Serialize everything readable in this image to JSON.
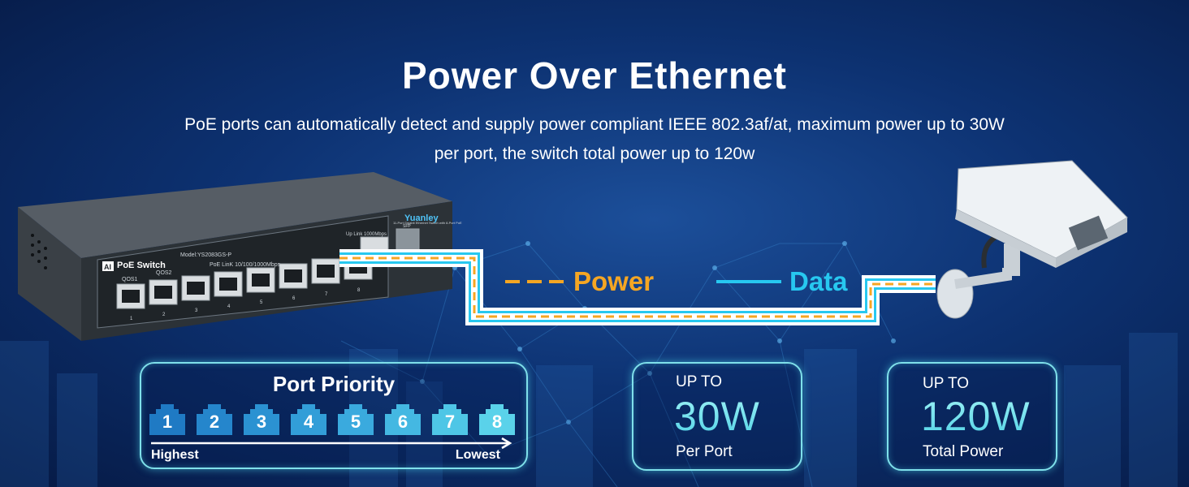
{
  "heading": {
    "title": "Power Over Ethernet",
    "subtitle_line1": "PoE ports can automatically detect and supply power compliant IEEE 802.3af/at, maximum power up to 30W",
    "subtitle_line2": "per port, the switch total power up to 120w"
  },
  "switch": {
    "brand": "Yuanley",
    "badge": "AI",
    "product": "PoE Switch",
    "model": "Model:YS2083GS-P",
    "qos1": "QOS1",
    "qos2": "QOS2",
    "poe_link": "PoE LinK 10/100/1000Mbps",
    "uplink": "Up Link 1000Mbps",
    "info": "11-Port Gigabit Ethernet Switch with 8-Port PoE",
    "sfp": "SFP",
    "port_numbers": [
      "1",
      "2",
      "3",
      "4",
      "5",
      "6",
      "7",
      "8"
    ]
  },
  "legend": {
    "power_label": "Power",
    "data_label": "Data",
    "power_color": "#f5a623",
    "data_color": "#27c8f0"
  },
  "port_priority": {
    "title": "Port Priority",
    "ports": [
      "1",
      "2",
      "3",
      "4",
      "5",
      "6",
      "7",
      "8"
    ],
    "highest": "Highest",
    "lowest": "Lowest"
  },
  "per_port": {
    "up_to": "UP TO",
    "value": "30W",
    "caption": "Per Port"
  },
  "total_power": {
    "up_to": "UP TO",
    "value": "120W",
    "caption": "Total Power"
  },
  "icons": [
    "poe-switch-device",
    "ip-camera",
    "ethernet-port-icon",
    "arrow-right-icon"
  ]
}
